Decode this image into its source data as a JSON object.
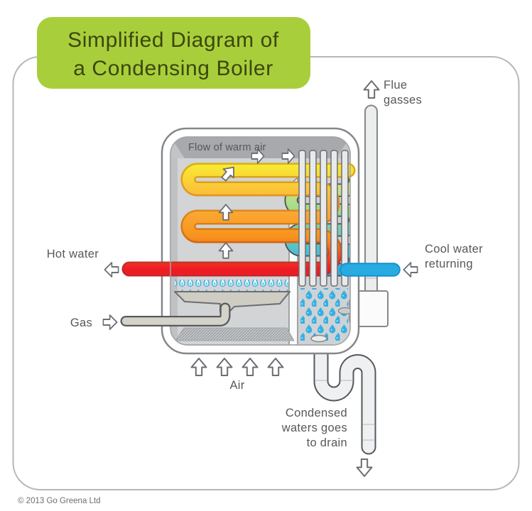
{
  "title": {
    "lines": [
      "Simplified Diagram of",
      "a Condensing Boiler"
    ]
  },
  "labels": {
    "flow_warm_air": "Flow of warm air",
    "flue": [
      "Flue",
      "gasses"
    ],
    "hot_water": "Hot water",
    "cool_water": [
      "Cool water",
      "returning"
    ],
    "gas": "Gas",
    "air": "Air",
    "condensed": [
      "Condensed",
      "waters goes",
      "to drain"
    ]
  },
  "footer": {
    "copyright": "© 2013 Go Greena Ltd"
  },
  "colors": {
    "title_box": "#a8cf3b",
    "hot_water_pipe": "#ed1c24",
    "cool_water_pipe": "#29abe2",
    "flame_blue": "#2aabdf",
    "droplet_blue": "#35b0e5",
    "label_gray": "#57585b"
  }
}
